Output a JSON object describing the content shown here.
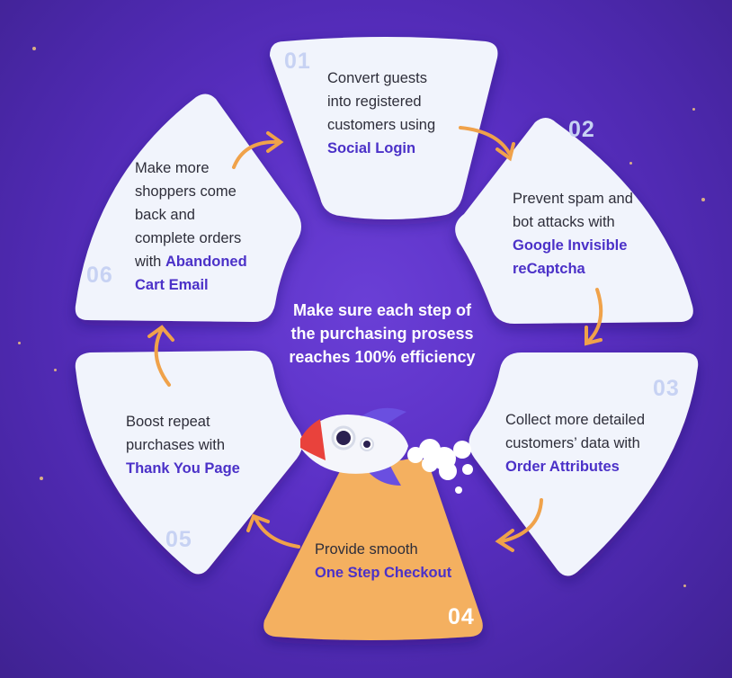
{
  "center": {
    "line1": "Make sure each step of",
    "line2": "the purchasing prosess",
    "line3": "reaches 100% efficiency"
  },
  "steps": [
    {
      "number": "01",
      "line1": "Convert guests",
      "line2": "into registered",
      "line3": "customers using",
      "highlight": "Social Login"
    },
    {
      "number": "02",
      "line1": "Prevent spam and",
      "line2": "bot attacks with",
      "highlight1": "Google Invisible",
      "highlight2": "reCaptcha"
    },
    {
      "number": "03",
      "line1": "Collect more detailed",
      "line2": "customers’ data with",
      "highlight": "Order Attributes"
    },
    {
      "number": "04",
      "line1": "Provide smooth",
      "highlight": "One Step Checkout"
    },
    {
      "number": "05",
      "line1": "Boost repeat",
      "line2": "purchases with",
      "highlight": "Thank You Page"
    },
    {
      "number": "06",
      "line1": "Make more",
      "line2": "shoppers come",
      "line3": "back and",
      "line4": "complete orders",
      "line5_prefix": "with ",
      "line5_highlight": "Abandoned",
      "highlight": "Cart Email"
    }
  ],
  "colors": {
    "background": "#5a2fc4",
    "card": "#f1f4fc",
    "active_card": "#f4b060",
    "highlight": "#4b31c8",
    "arrow": "#f0a24a",
    "number": "#c7d2f3"
  },
  "icons": [
    "rocket-icon",
    "cloud-icon"
  ]
}
